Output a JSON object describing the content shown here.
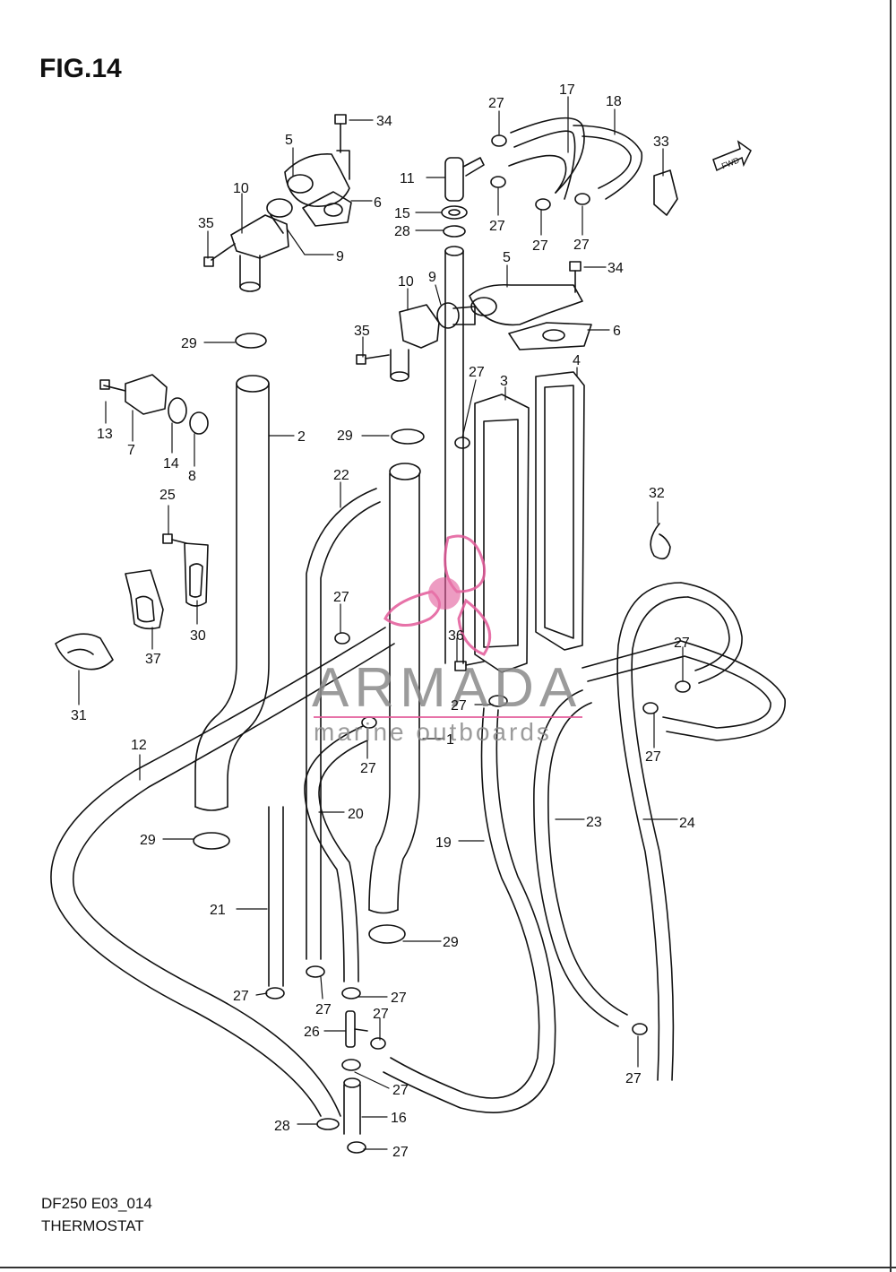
{
  "figure": {
    "title": "FIG.14",
    "model": "DF250 E03_014",
    "name": "THERMOSTAT"
  },
  "watermark": {
    "brand": "ARMADA",
    "tagline": "marine outboards",
    "accent_color": "#e35a9a",
    "text_color": "#8a8a8a"
  },
  "fwd_badge": {
    "label": "FWD"
  },
  "callouts": [
    {
      "id": "c34a",
      "label": "34"
    },
    {
      "id": "c5a",
      "label": "5"
    },
    {
      "id": "c10a",
      "label": "10"
    },
    {
      "id": "c6a",
      "label": "6"
    },
    {
      "id": "c35a",
      "label": "35"
    },
    {
      "id": "c9a",
      "label": "9"
    },
    {
      "id": "c29a",
      "label": "29"
    },
    {
      "id": "c13",
      "label": "13"
    },
    {
      "id": "c7",
      "label": "7"
    },
    {
      "id": "c14",
      "label": "14"
    },
    {
      "id": "c8",
      "label": "8"
    },
    {
      "id": "c2",
      "label": "2"
    },
    {
      "id": "c25",
      "label": "25"
    },
    {
      "id": "c30",
      "label": "30"
    },
    {
      "id": "c37",
      "label": "37"
    },
    {
      "id": "c31",
      "label": "31"
    },
    {
      "id": "c12",
      "label": "12"
    },
    {
      "id": "c29b",
      "label": "29"
    },
    {
      "id": "c21",
      "label": "21"
    },
    {
      "id": "c27a",
      "label": "27"
    },
    {
      "id": "c28a",
      "label": "28"
    },
    {
      "id": "c27b",
      "label": "27"
    },
    {
      "id": "c17",
      "label": "17"
    },
    {
      "id": "c18",
      "label": "18"
    },
    {
      "id": "c33",
      "label": "33"
    },
    {
      "id": "c11",
      "label": "11"
    },
    {
      "id": "c15",
      "label": "15"
    },
    {
      "id": "c28b",
      "label": "28"
    },
    {
      "id": "c27c",
      "label": "27"
    },
    {
      "id": "c27d",
      "label": "27"
    },
    {
      "id": "c27e",
      "label": "27"
    },
    {
      "id": "c5b",
      "label": "5"
    },
    {
      "id": "c34b",
      "label": "34"
    },
    {
      "id": "c10b",
      "label": "10"
    },
    {
      "id": "c9b",
      "label": "9"
    },
    {
      "id": "c6b",
      "label": "6"
    },
    {
      "id": "c35b",
      "label": "35"
    },
    {
      "id": "c27f",
      "label": "27"
    },
    {
      "id": "c3",
      "label": "3"
    },
    {
      "id": "c4",
      "label": "4"
    },
    {
      "id": "c29c",
      "label": "29"
    },
    {
      "id": "c22",
      "label": "22"
    },
    {
      "id": "c32",
      "label": "32"
    },
    {
      "id": "c27g",
      "label": "27"
    },
    {
      "id": "c36",
      "label": "36"
    },
    {
      "id": "c27h",
      "label": "27"
    },
    {
      "id": "c27i",
      "label": "27"
    },
    {
      "id": "c1",
      "label": "1"
    },
    {
      "id": "c27j",
      "label": "27"
    },
    {
      "id": "c27k",
      "label": "27"
    },
    {
      "id": "c20",
      "label": "20"
    },
    {
      "id": "c19",
      "label": "19"
    },
    {
      "id": "c23",
      "label": "23"
    },
    {
      "id": "c24",
      "label": "24"
    },
    {
      "id": "c29d",
      "label": "29"
    },
    {
      "id": "c27l",
      "label": "27"
    },
    {
      "id": "c27m",
      "label": "27"
    },
    {
      "id": "c26",
      "label": "26"
    },
    {
      "id": "c27n",
      "label": "27"
    },
    {
      "id": "c27o",
      "label": "27"
    },
    {
      "id": "c16",
      "label": "16"
    },
    {
      "id": "c27p",
      "label": "27"
    },
    {
      "id": "c27q",
      "label": "27"
    }
  ]
}
